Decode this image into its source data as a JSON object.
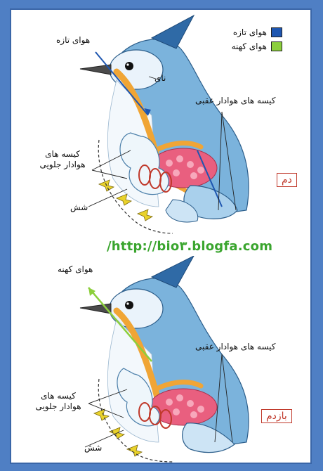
{
  "legend": {
    "fresh_air": {
      "label": "هوای تازه",
      "color": "#1e56b0"
    },
    "stale_air": {
      "label": "هوای کهنه",
      "color": "#8ccf3c"
    }
  },
  "inhale": {
    "phase_label": "دم",
    "fresh_air_label": "هوای تازه",
    "trachea_label": "نای",
    "posterior_sacs_label": "کیسه های هوادار عقبی",
    "anterior_sacs_label": "کیسه های هوادار جلویی",
    "lung_label": "شش"
  },
  "watermark": "/http://bio۳.blogfa.com",
  "exhale": {
    "phase_label": "بازدم",
    "stale_air_label": "هوای کهنه",
    "posterior_sacs_label": "کیسه های هوادار عقبی",
    "anterior_sacs_label": "کیسه های هوادار جلویی",
    "lung_label": "شش"
  }
}
